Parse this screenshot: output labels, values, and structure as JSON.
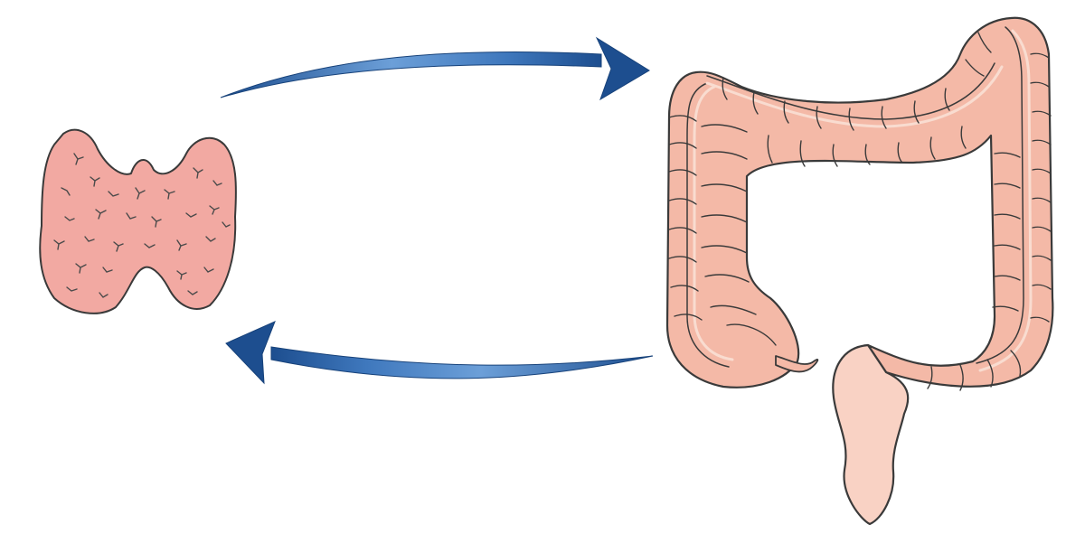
{
  "diagram": {
    "nodes": [
      {
        "id": "thyroid",
        "shape": "thyroid-gland",
        "label": ""
      },
      {
        "id": "colon",
        "shape": "large-intestine",
        "label": ""
      }
    ],
    "edges": [
      {
        "from": "thyroid",
        "to": "colon",
        "style": "curved-arrow"
      },
      {
        "from": "colon",
        "to": "thyroid",
        "style": "curved-arrow"
      }
    ]
  },
  "colors": {
    "organ_fill": "#f4b9a7",
    "organ_fill_light": "#f9d2c4",
    "organ_stroke": "#3a3a3a",
    "thyroid_fill": "#f2a9a2",
    "arrow_dark": "#1d4e8f",
    "arrow_mid": "#3f78bd",
    "arrow_light": "#9cc3ea"
  }
}
